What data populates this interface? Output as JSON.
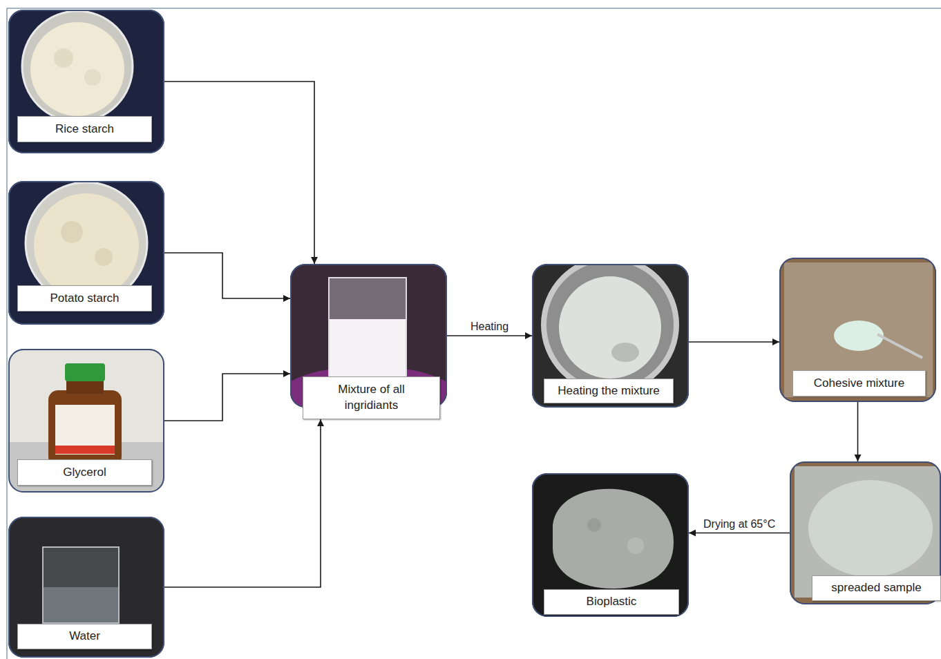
{
  "diagram": {
    "nodes": [
      {
        "text": [
          "Rice starch"
        ]
      },
      {
        "text": [
          "Potato starch"
        ]
      },
      {
        "text": [
          "Glycerol"
        ]
      },
      {
        "text": [
          "Water"
        ]
      },
      {
        "text": [
          "Mixture of all ingridiants"
        ]
      },
      {
        "text": [
          "Heating the mixture"
        ]
      },
      {
        "text": [
          "Cohesive mixture"
        ]
      },
      {
        "text": [
          "spreaded sample"
        ]
      },
      {
        "text": [
          "Bioplastic"
        ]
      }
    ],
    "edges": [
      {
        "from": 0,
        "to": 4,
        "arrow": "to"
      },
      {
        "from": 1,
        "to": 4,
        "arrow": "to"
      },
      {
        "from": 2,
        "to": 4,
        "arrow": "to"
      },
      {
        "from": 3,
        "to": 4,
        "arrow": "to"
      },
      {
        "from": 4,
        "to": 5,
        "arrow": "to",
        "label": "Heating"
      },
      {
        "from": 5,
        "to": 6,
        "arrow": "to"
      },
      {
        "from": 6,
        "to": 7,
        "arrow": "to"
      },
      {
        "from": 7,
        "to": 8,
        "arrow": "to",
        "label": "Drying at 65°C"
      }
    ]
  }
}
